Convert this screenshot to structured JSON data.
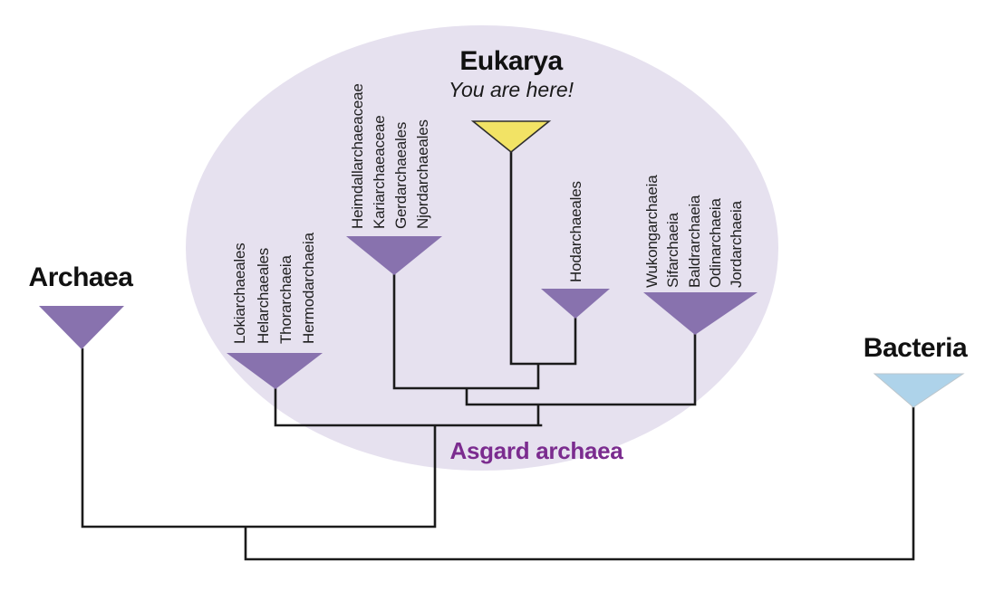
{
  "headings": {
    "archaea": "Archaea",
    "bacteria": "Bacteria",
    "eukarya": "Eukarya",
    "eukarya_sub": "You are here!",
    "asgard": "Asgard archaea"
  },
  "clades": {
    "loki": {
      "labels": [
        "Lokiarchaeales",
        "Helarchaeales",
        "Thorarchaeia",
        "Hermodarchaeia"
      ]
    },
    "heimdall": {
      "labels": [
        "Heimdallarchaeaceae",
        "Kariarchaeaceae",
        "Gerdarchaeales",
        "Njordarchaeales"
      ]
    },
    "hod": {
      "labels": [
        "Hodarchaeales"
      ]
    },
    "wukong": {
      "labels": [
        "Wukongarchaeia",
        "Sifarchaeia",
        "Baldrarchaeia",
        "Odinarchaeia",
        "Jordarchaeia"
      ]
    }
  },
  "tree": {
    "type": "phylogenetic-cladogram",
    "topology": "(( Archaea, ( Loki-group, (( Heimdall-group, ( Eukarya, Hodarchaeales )), Wukong-group ))), Bacteria )",
    "asgard_members": [
      "Loki-group",
      "Heimdall-group",
      "Hodarchaeales",
      "Wukong-group"
    ]
  },
  "colors": {
    "clade_purple": "#8872ae",
    "eukarya_yellow": "#f2e365",
    "bacteria_blue": "#aed3ea",
    "asgard_ellipse": "#e6e1ef",
    "asgard_text": "#7b2c8f",
    "branch_line": "#1b1b1b"
  }
}
